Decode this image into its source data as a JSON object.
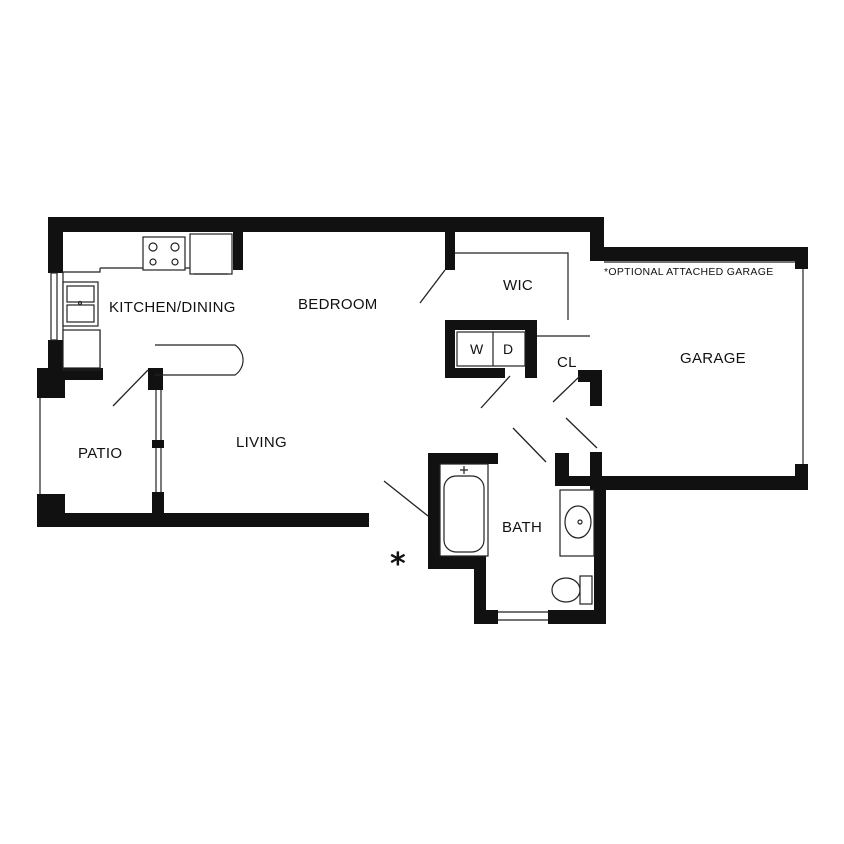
{
  "rooms": {
    "kitchen_dining": "KITCHEN/DINING",
    "bedroom": "BEDROOM",
    "wic": "WIC",
    "garage": "GARAGE",
    "washer": "W",
    "dryer": "D",
    "closet": "CL",
    "patio": "PATIO",
    "living": "LIVING",
    "bath": "BATH"
  },
  "notes": {
    "garage_note": "*OPTIONAL ATTACHED GARAGE",
    "asterisk_marker": "*"
  },
  "colors": {
    "wall": "#111111",
    "background": "#ffffff"
  }
}
